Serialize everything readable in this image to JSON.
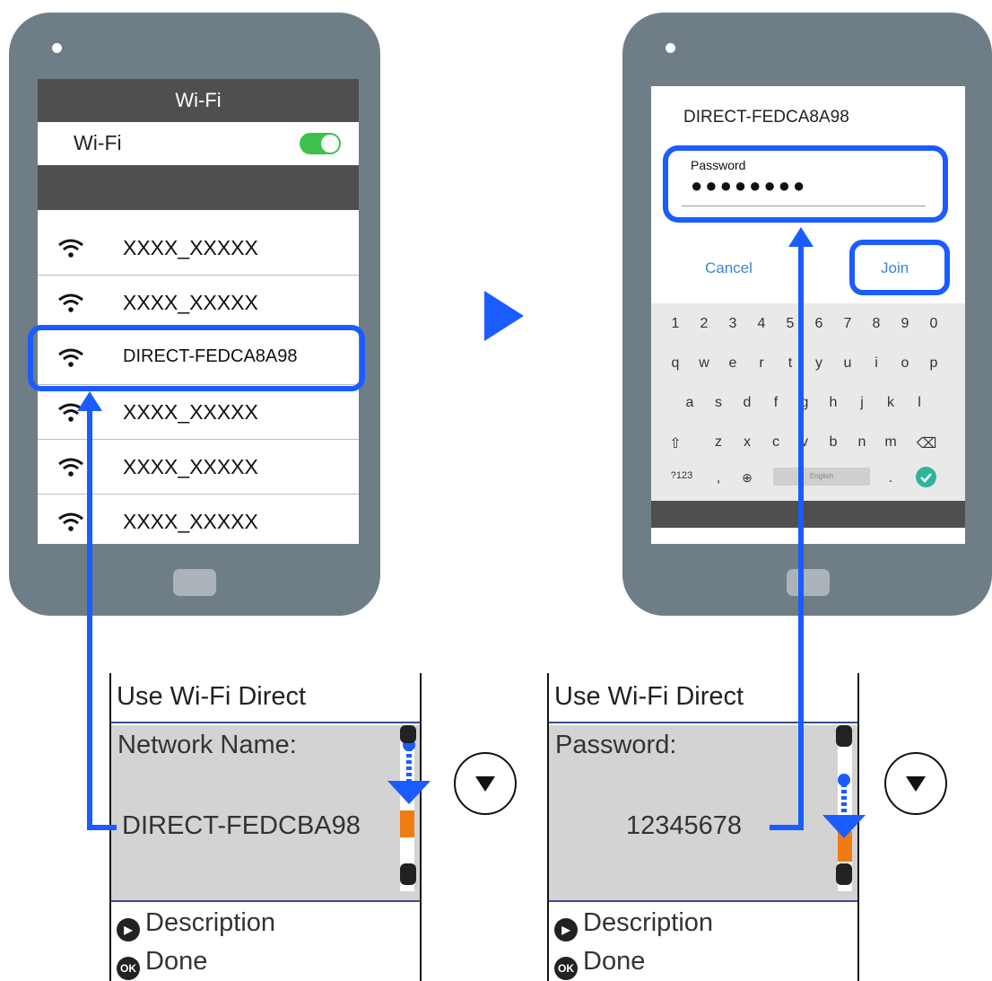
{
  "left_phone": {
    "title": "Wi-Fi",
    "wifi_toggle_label": "Wi-Fi",
    "wifi_toggle_on": true,
    "networks": [
      "XXXX_XXXXX",
      "XXXX_XXXXX",
      "DIRECT-FEDCA8A98",
      "XXXX_XXXXX",
      "XXXX_XXXXX",
      "XXXX_XXXXX"
    ]
  },
  "right_phone": {
    "ssid": "DIRECT-FEDCA8A98",
    "password_label": "Password",
    "password_mask": "●●●●●●●●",
    "cancel_label": "Cancel",
    "join_label": "Join",
    "keyboard": {
      "row1": [
        "1",
        "2",
        "3",
        "4",
        "5",
        "6",
        "7",
        "8",
        "9",
        "0"
      ],
      "row2": [
        "q",
        "w",
        "e",
        "r",
        "t",
        "y",
        "u",
        "i",
        "o",
        "p"
      ],
      "row3": [
        "a",
        "s",
        "d",
        "f",
        "g",
        "h",
        "j",
        "k",
        "l"
      ],
      "row4": [
        "⇧",
        "z",
        "x",
        "c",
        "v",
        "b",
        "n",
        "m",
        "⌫"
      ],
      "row5": [
        "?123",
        ",",
        "⊕",
        "English",
        ".",
        "✓"
      ]
    }
  },
  "left_panel": {
    "title": "Use Wi-Fi Direct",
    "field_label": "Network Name:",
    "value": "DIRECT-FEDCBA98",
    "description_label": "Description",
    "done_label": "Done",
    "ok_icon_text": "OK"
  },
  "right_panel": {
    "title": "Use Wi-Fi Direct",
    "field_label": "Password:",
    "value": "12345678",
    "description_label": "Description",
    "done_label": "Done",
    "ok_icon_text": "OK"
  },
  "colors": {
    "phone_body": "#6f7e86",
    "highlight_blue": "#1a5cff",
    "scroll_orange": "#f07c11",
    "toggle_green": "#3ec14b",
    "link_blue": "#3a86cf"
  },
  "icons": [
    "wifi-icon",
    "play-triangle-icon",
    "down-arrow-icon",
    "ok-icon",
    "description-icon",
    "checkmark-icon"
  ]
}
